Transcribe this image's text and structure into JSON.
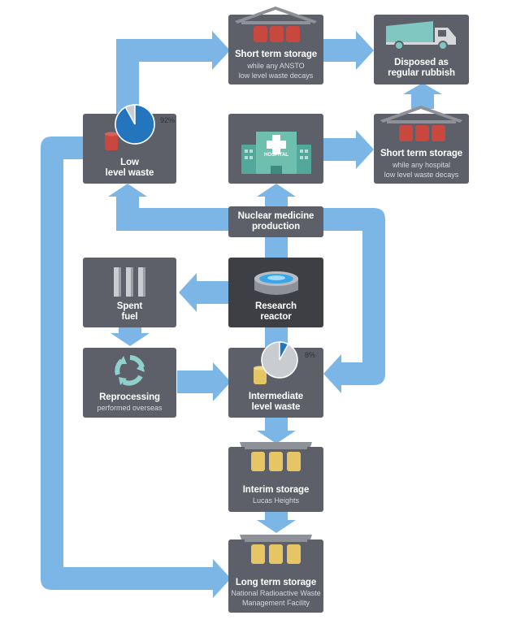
{
  "nodes": {
    "short_term_ansto": {
      "title": "Short term storage",
      "sub1": "while any ANSTO",
      "sub2": "low level waste decays"
    },
    "disposed": {
      "title1": "Disposed as",
      "title2": "regular rubbish"
    },
    "low_level": {
      "title1": "Low",
      "title2": "level waste",
      "percent": "92%",
      "fraction": 0.92
    },
    "hospital": {
      "sign": "HOSPITAL"
    },
    "short_term_hospital": {
      "title": "Short term storage",
      "sub1": "while any hospital",
      "sub2": "low level waste decays"
    },
    "nuclear_medicine": {
      "title1": "Nuclear medicine",
      "title2": "production"
    },
    "spent_fuel": {
      "title1": "Spent",
      "title2": "fuel"
    },
    "research_reactor": {
      "title1": "Research",
      "title2": "reactor"
    },
    "reprocessing": {
      "title": "Reprocessing",
      "sub": "performed overseas"
    },
    "intermediate": {
      "title1": "Intermediate",
      "title2": "level waste",
      "percent": "8%",
      "fraction": 0.08
    },
    "interim_storage": {
      "title": "Interim storage",
      "sub": "Lucas Heights"
    },
    "long_term_storage": {
      "title": "Long term storage",
      "sub1": "National Radioactive Waste",
      "sub2": "Management Facility"
    }
  },
  "colors": {
    "arrow": "#7cb6e6",
    "box": "#5d6068",
    "box_dark": "#3d3f45",
    "barrel_red": "#c8473f",
    "barrel_yellow": "#e6c565",
    "pie_blue": "#2376bd",
    "pie_grey": "#c9ccd0",
    "recycle": "#8fd0cc",
    "truck": "#7fc7c0",
    "building": "#52a89a"
  }
}
